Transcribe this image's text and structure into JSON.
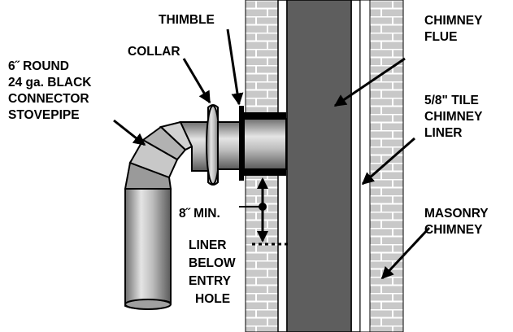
{
  "labels": {
    "thimble": "THIMBLE",
    "collar": "COLLAR",
    "stovepipe": [
      "6˝ ROUND",
      "24 ga. BLACK",
      "CONNECTOR",
      "STOVEPIPE"
    ],
    "chimney_flue": [
      "CHIMNEY",
      "FLUE"
    ],
    "tile_liner": [
      "5/8\" TILE",
      "CHIMNEY",
      "LINER"
    ],
    "masonry": [
      "MASONRY",
      "CHIMNEY"
    ],
    "clearance": [
      "8˝ MIN.",
      "LINER",
      "BELOW",
      "ENTRY",
      "HOLE"
    ]
  },
  "colors": {
    "brick": "#c8c8c8",
    "mortar": "#ffffff",
    "flue": "#5e5e5e",
    "pipe_light": "#d8d8d8",
    "pipe_dark": "#7a7a7a",
    "outline": "#000000"
  }
}
